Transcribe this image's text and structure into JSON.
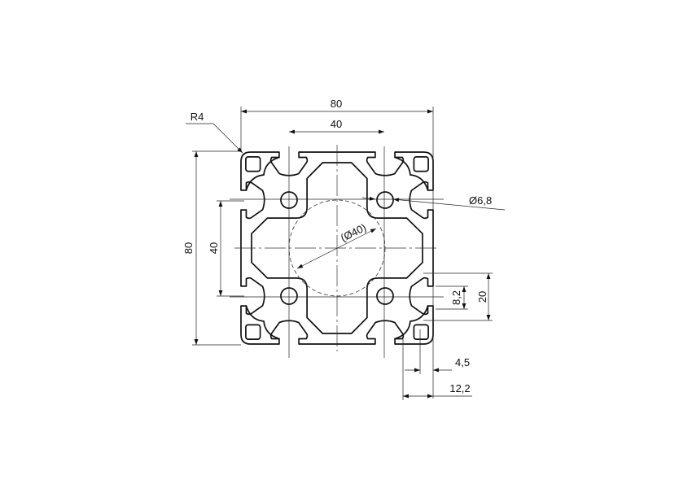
{
  "drawing": {
    "title": "80x80 aluminium profile cross-section",
    "dimensions": {
      "overall_width": "80",
      "slot_spacing_width": "40",
      "overall_height": "80",
      "slot_spacing_height": "40",
      "corner_radius": "R4",
      "hole_diameter": "Ø6,8",
      "core_diameter": "(Ø40)",
      "slot_opening": "8,2",
      "slot_pitch": "20",
      "wall_thickness": "4,5",
      "slot_depth": "12,2"
    },
    "line_color": "#111111"
  }
}
